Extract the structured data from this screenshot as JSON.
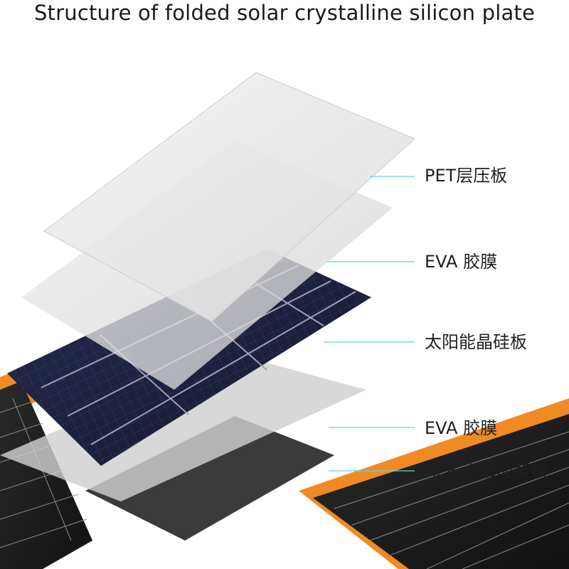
{
  "title": "Structure of folded solar crystalline silicon plate",
  "layers": [
    {
      "id": "pet",
      "label": "PET层压板"
    },
    {
      "id": "eva_top",
      "label": "EVA 胶膜"
    },
    {
      "id": "cells",
      "label": "太阳能晶硅板"
    },
    {
      "id": "eva_bottom",
      "label": "EVA 胶膜"
    },
    {
      "id": "kpe",
      "label": "KPE 太阳能背板"
    }
  ],
  "colors": {
    "leader_line": "#5fd3e6",
    "frame_orange": "#f08a24",
    "cell_blue": "#1c2140",
    "backsheet": "#3a3a3a",
    "film": "#e6e6e6"
  }
}
